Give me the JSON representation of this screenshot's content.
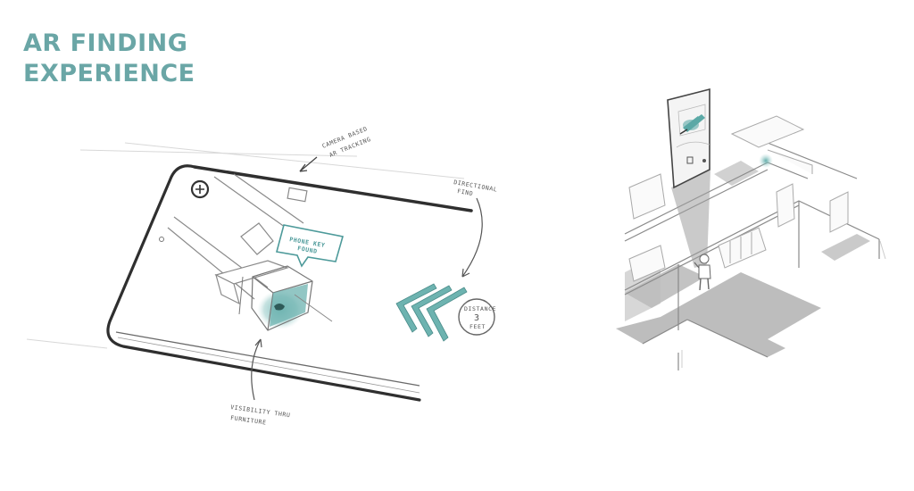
{
  "title": {
    "line1": "AR FINDING",
    "line2": "EXPERIENCE"
  },
  "colors": {
    "accent_teal": "#6aa6a6",
    "teal_fill": "#6db3b0",
    "sketch_line": "#3a3a3a",
    "floor_gray": "#b8b8b8"
  },
  "left_sketch": {
    "description": "Phone AR view showing found item through furniture",
    "annotations": {
      "camera": [
        "CAMERA BASED",
        "AR TRACKING"
      ],
      "directional": [
        "DIRECTIONAL",
        "FIND"
      ],
      "bubble": [
        "PHONE KEY",
        "FOUND"
      ],
      "distance": [
        "DISTANCE",
        "3",
        "FEET"
      ],
      "visibility": [
        "VISIBILITY THRU",
        "FURNITURE"
      ]
    }
  },
  "right_sketch": {
    "description": "Isometric floor plan with person holding phone, AR overlay projected above"
  }
}
